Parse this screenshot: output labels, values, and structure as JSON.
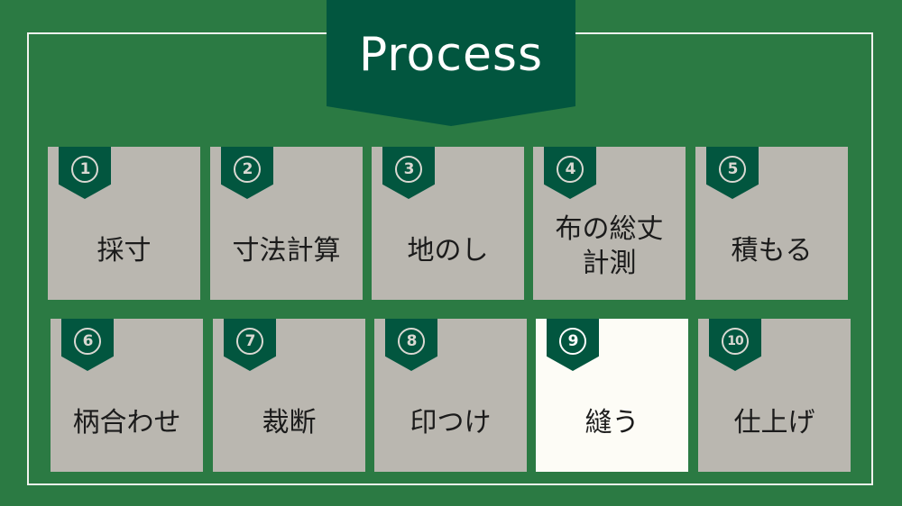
{
  "title": "Process",
  "steps": [
    {
      "num": "1",
      "label": "採寸"
    },
    {
      "num": "2",
      "label": "寸法計算"
    },
    {
      "num": "3",
      "label": "地のし"
    },
    {
      "num": "4",
      "label": "布の総丈\n計測"
    },
    {
      "num": "5",
      "label": "積もる"
    },
    {
      "num": "6",
      "label": "柄合わせ"
    },
    {
      "num": "7",
      "label": "裁断"
    },
    {
      "num": "8",
      "label": "印つけ"
    },
    {
      "num": "9",
      "label": "縫う",
      "current": true
    },
    {
      "num": "10",
      "label": "仕上げ"
    }
  ],
  "colors": {
    "background": "#2b7a43",
    "banner": "#02563f",
    "card": "#bab7b0",
    "card_active": "#fdfcf6",
    "frame": "#f2f2ee"
  }
}
